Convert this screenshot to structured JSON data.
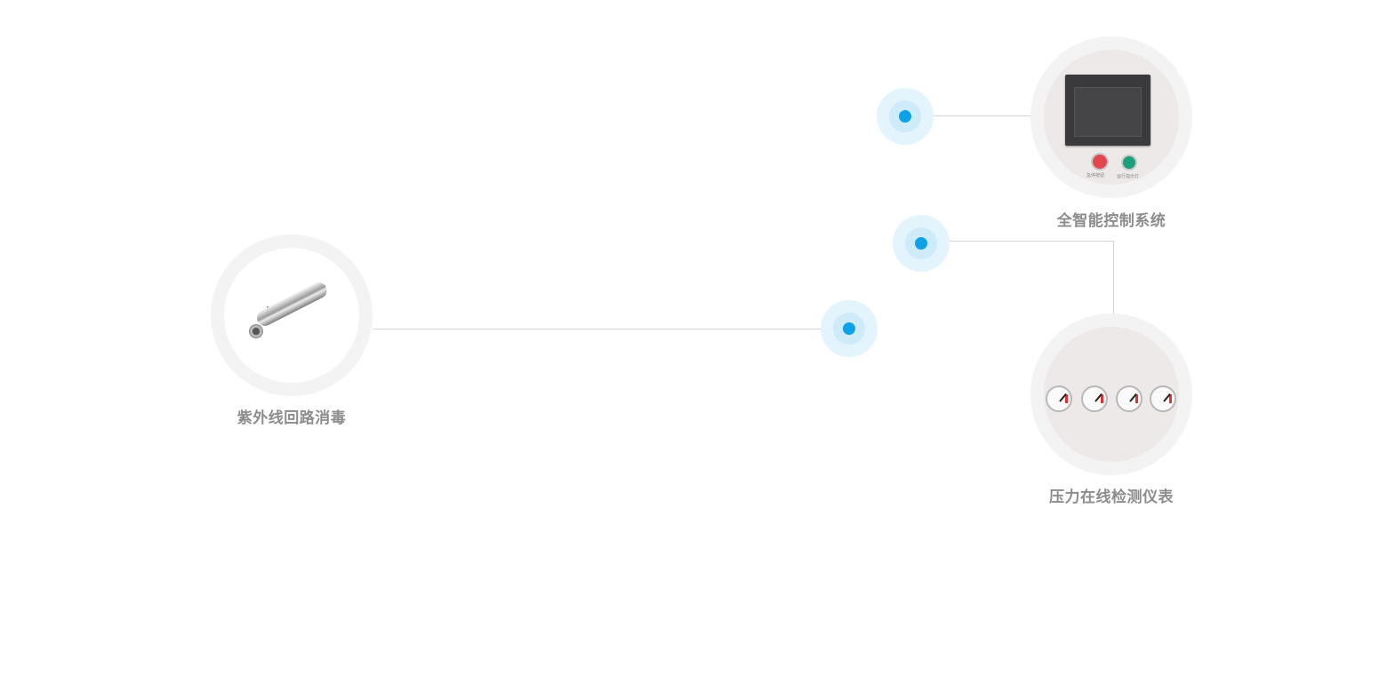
{
  "features": [
    {
      "id": "uv",
      "label": "紫外线回路消毒",
      "image_icon": "uv-sterilizer-tube-icon"
    },
    {
      "id": "control",
      "label": "全智能控制系统",
      "image_icon": "control-panel-icon"
    },
    {
      "id": "gauges",
      "label": "压力在线检测仪表",
      "image_icon": "pressure-gauges-icon"
    }
  ],
  "colors": {
    "hotspot_core": "#0ea1e8",
    "hotspot_halo": "#cdebf9",
    "label_text": "#8c8c8c",
    "connector": "#d3d3d3"
  }
}
